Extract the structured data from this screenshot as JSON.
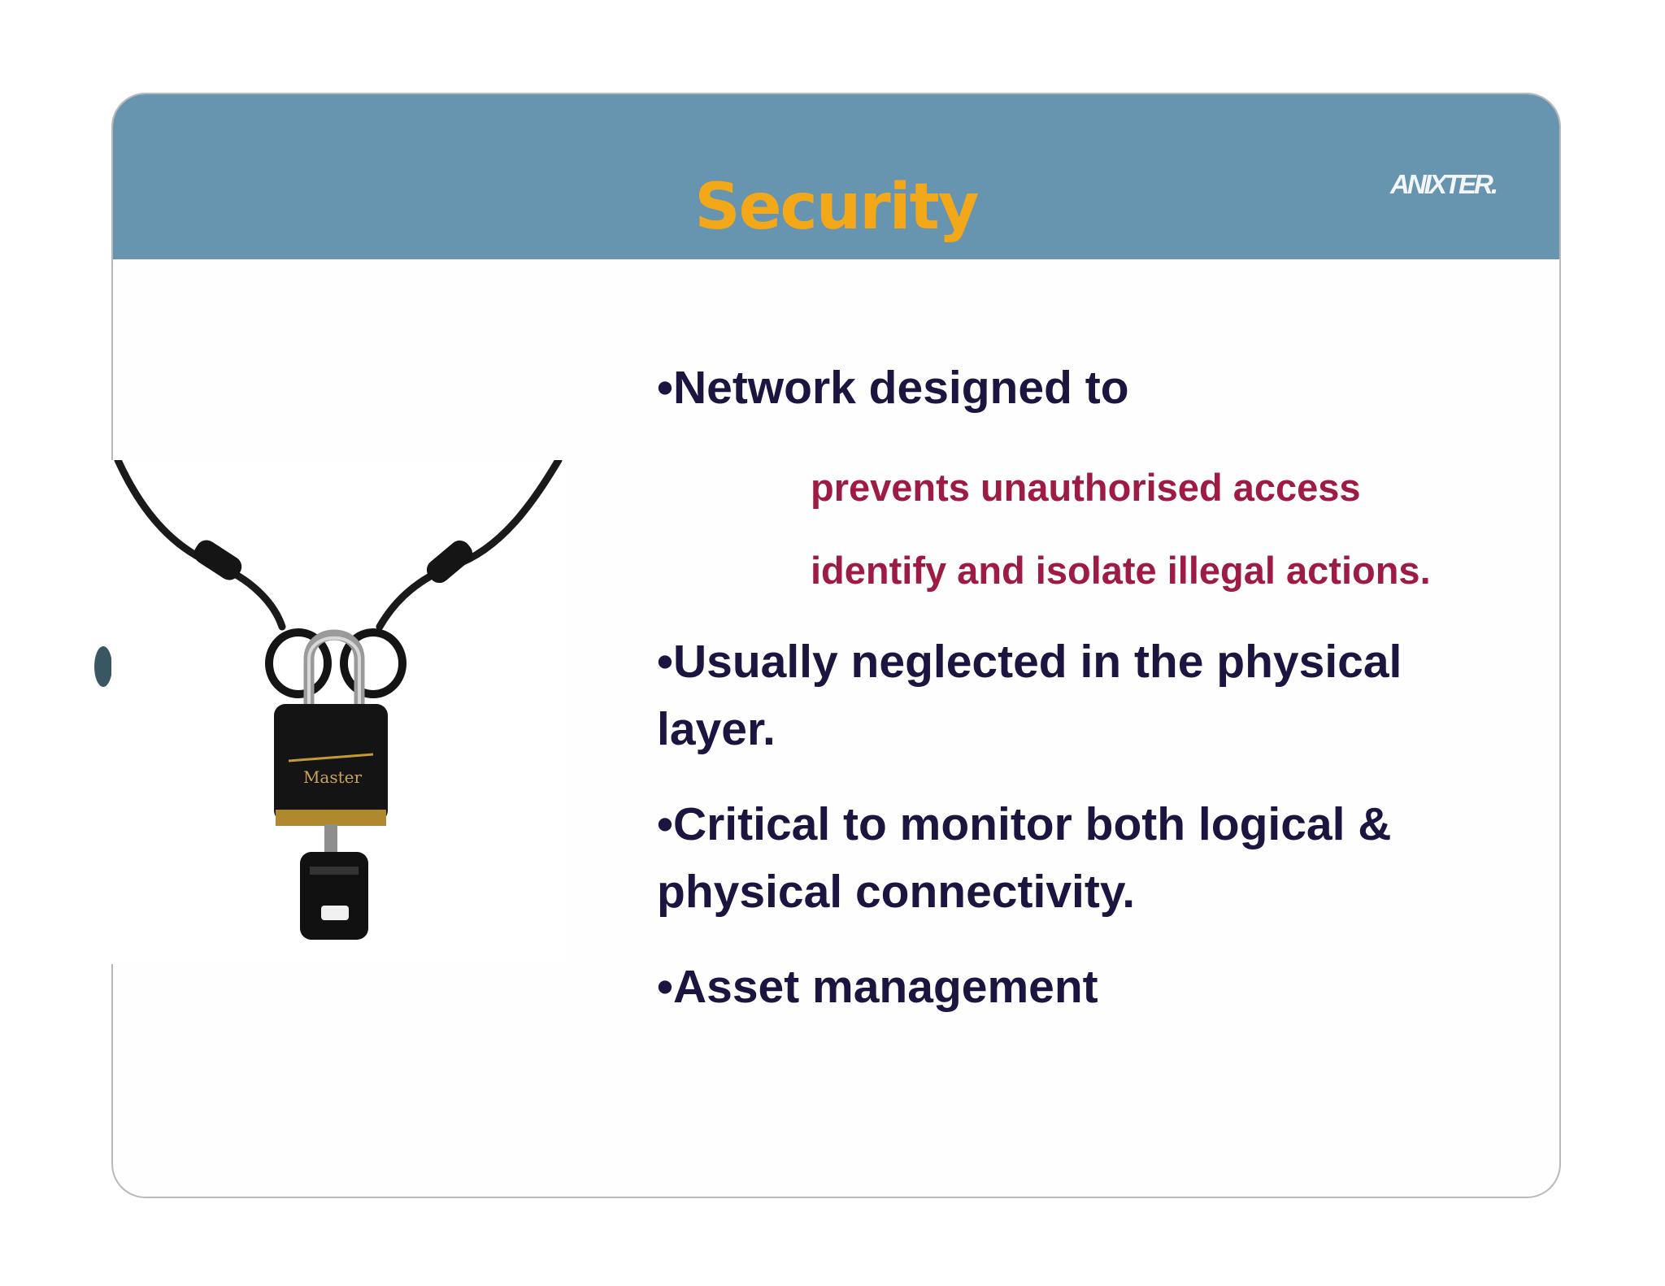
{
  "slide": {
    "title": "Security",
    "logo_text": "ANIXTER."
  },
  "image": {
    "lock_brand": "Master"
  },
  "bullets": [
    {
      "text": "•Network designed to"
    },
    {
      "text": "•Usually neglected in the physical layer."
    },
    {
      "text": "•Critical to monitor both logical & physical connectivity."
    },
    {
      "text": "•Asset management"
    }
  ],
  "sub_points": [
    {
      "text": "prevents unauthorised access"
    },
    {
      "text": "identify and isolate illegal actions."
    }
  ],
  "colors": {
    "header": "#6794ae",
    "title": "#f2a819",
    "body_text": "#1b153f",
    "sub_text": "#9e1c44"
  }
}
